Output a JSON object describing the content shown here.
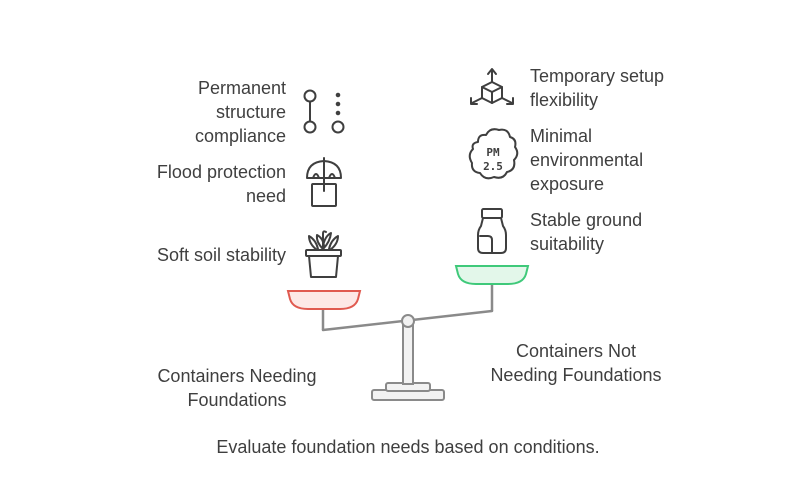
{
  "left_factors": [
    {
      "label": "Permanent\nstructure\ncompliance",
      "icon": "dependency-nodes-icon"
    },
    {
      "label": "Flood protection\nneed",
      "icon": "umbrella-box-icon"
    },
    {
      "label": "Soft soil stability",
      "icon": "potted-plant-icon"
    }
  ],
  "right_factors": [
    {
      "label": "Temporary setup\nflexibility",
      "icon": "3d-cube-arrows-icon"
    },
    {
      "label": "Minimal\nenvironmental\nexposure",
      "icon": "pm25-cloud-icon"
    },
    {
      "label": "Stable ground\nsuitability",
      "icon": "bottle-icon"
    }
  ],
  "left_pan_label": "Containers Needing\nFoundations",
  "right_pan_label": "Containers Not\nNeeding Foundations",
  "caption": "Evaluate foundation needs based on conditions.",
  "colors": {
    "left_pan_fill": "#fde8e6",
    "left_pan_stroke": "#e05a50",
    "right_pan_fill": "#e3f7ea",
    "right_pan_stroke": "#3fc97a",
    "line": "#8a8a8a",
    "icon_stroke": "#3f3f3f"
  }
}
